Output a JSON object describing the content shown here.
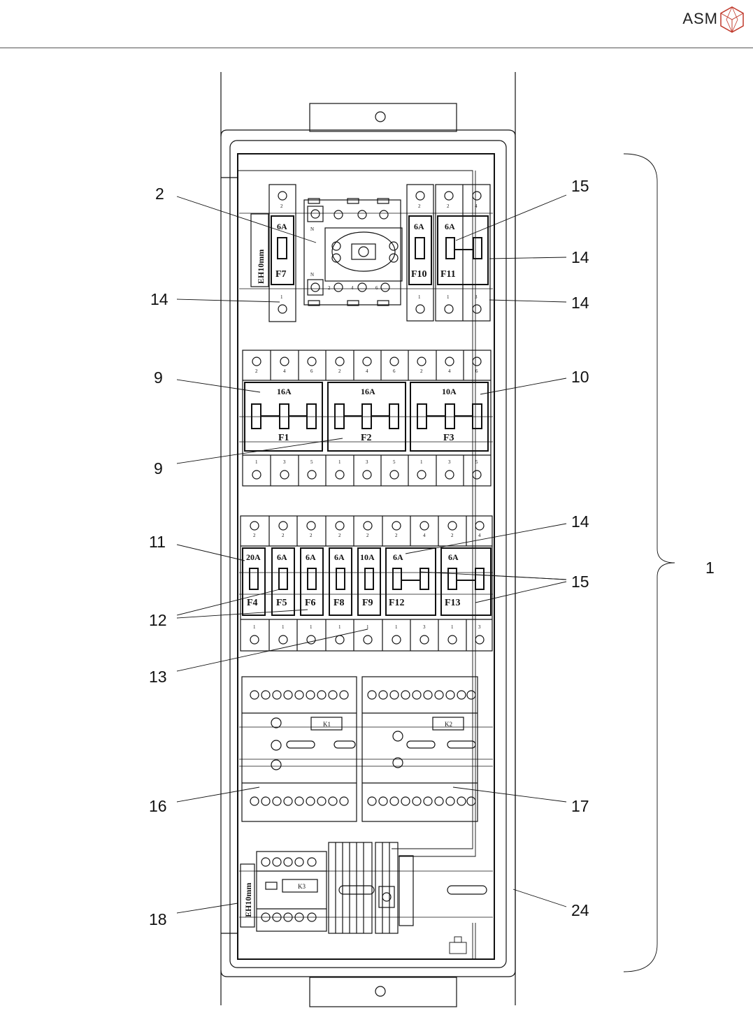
{
  "header": {
    "brand": "ASM"
  },
  "callouts": [
    "2",
    "14",
    "9",
    "9",
    "11",
    "12",
    "13",
    "16",
    "18",
    "15",
    "14",
    "14",
    "10",
    "14",
    "15",
    "17",
    "24",
    "1"
  ],
  "row1": {
    "f7": {
      "rating": "6A",
      "designator": "F7"
    },
    "f10": {
      "rating": "6A",
      "designator": "F10"
    },
    "f11": {
      "rating": "6A",
      "designator": "F11"
    },
    "din_label": "EH10mm"
  },
  "row2": [
    {
      "rating": "16A",
      "designator": "F1"
    },
    {
      "rating": "16A",
      "designator": "F2"
    },
    {
      "rating": "10A",
      "designator": "F3"
    }
  ],
  "row3": [
    {
      "rating": "20A",
      "designator": "F4"
    },
    {
      "rating": "6A",
      "designator": "F5"
    },
    {
      "rating": "6A",
      "designator": "F6"
    },
    {
      "rating": "6A",
      "designator": "F8"
    },
    {
      "rating": "10A",
      "designator": "F9"
    },
    {
      "rating": "6A",
      "designator": "F12"
    },
    {
      "rating": "6A",
      "designator": "F13"
    }
  ],
  "relays": {
    "k1": "K1",
    "k2": "K2",
    "k3": "K3",
    "k3_din_label": "EH10mm"
  }
}
